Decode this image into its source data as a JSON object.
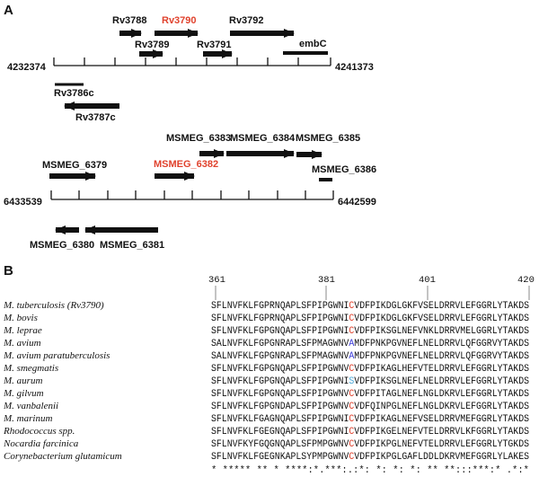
{
  "panel_a_label": "A",
  "panel_b_label": "B",
  "highlight_color": "#e0422d",
  "mtb_map": {
    "left_coord": "4232374",
    "right_coord": "4241373",
    "genes": [
      {
        "name": "Rv3788",
        "highlight": false
      },
      {
        "name": "Rv3790",
        "highlight": true
      },
      {
        "name": "Rv3792",
        "highlight": false
      },
      {
        "name": "Rv3789",
        "highlight": false
      },
      {
        "name": "Rv3791",
        "highlight": false
      },
      {
        "name": "embC",
        "highlight": false
      },
      {
        "name": "Rv3786c",
        "highlight": false
      },
      {
        "name": "Rv3787c",
        "highlight": false
      }
    ]
  },
  "msm_map": {
    "left_coord": "6433539",
    "right_coord": "6442599",
    "genes": [
      {
        "name": "MSMEG_6383",
        "highlight": false
      },
      {
        "name": "MSMEG_6384",
        "highlight": false
      },
      {
        "name": "MSMEG_6385",
        "highlight": false
      },
      {
        "name": "MSMEG_6379",
        "highlight": false
      },
      {
        "name": "MSMEG_6382",
        "highlight": true
      },
      {
        "name": "MSMEG_6386",
        "highlight": false
      },
      {
        "name": "MSMEG_6380",
        "highlight": false
      },
      {
        "name": "MSMEG_6381",
        "highlight": false
      }
    ]
  },
  "alignment": {
    "positions": [
      "361",
      "381",
      "401",
      "420"
    ],
    "rows": [
      {
        "species": "M. tuberculosis (Rv3790)",
        "seq": "SFLNVFKLFGPRNQAPLSFPIPGWNICVDFPIKDGLGKFVSELDRRVLEFGGRLYTAKDS",
        "highlight": true,
        "mark_char": "C",
        "mark_color": "#e0422d"
      },
      {
        "species": "M. bovis",
        "seq": "SFLNVFKLFGPRNQAPLSFPIPGWNICVDFPIKDGLGKFVSELDRRVLEFGGRLYTAKDS",
        "highlight": false,
        "mark_char": "C",
        "mark_color": "#e0422d"
      },
      {
        "species": "M. leprae",
        "seq": "SFLNVFKLFGPGNQAPLSFPIPGWNICVDFPIKSGLNEFVNKLDRRVMELGGRLYTAKDS",
        "highlight": false,
        "mark_char": "C",
        "mark_color": "#e0422d"
      },
      {
        "species": "M. avium",
        "seq": "SALNVFKLFGPGNRAPLSFPMAGWNVAMDFPNKPGVNEFLNELDRRVLQFGGRVYTAKDS",
        "highlight": false,
        "mark_char": "A",
        "mark_color": "#3a3ad8"
      },
      {
        "species": "M. avium paratuberculosis",
        "seq": "SALNVFKLFGPGNRAPLSFPMAGWNVAMDFPNKPGVNEFLNELDRRVLQFGGRVYTAKDS",
        "highlight": false,
        "mark_char": "A",
        "mark_color": "#3a3ad8"
      },
      {
        "species": "M. smegmatis",
        "seq": "SFLNVFKLFGPGNQAPLSFPIPGWNVCVDFPIKAGLHEFVTELDRRVLEFGGRLYTAKDS",
        "highlight": false,
        "mark_char": "C",
        "mark_color": "#e0422d"
      },
      {
        "species": "M. aurum",
        "seq": "SFLNVFKLFGPGNQAPLSFPIPGWNISVDFPIKSGLNEFLNELDRRVLEFGGRLYTAKDS",
        "highlight": false,
        "mark_char": "S",
        "mark_color": "#4aa8d8"
      },
      {
        "species": "M. gilvum",
        "seq": "SFLNVFKLFGPGNQAPLSFPIPGWNVCVDFPITAGLNEFLNGLDKRVLEFGGRLYTAKDS",
        "highlight": false,
        "mark_char": "C",
        "mark_color": "#e0422d"
      },
      {
        "species": "M. vanbalenii",
        "seq": "SFLNVFKLFGPGNDAPLSFPIPGWNVCVDFQINPGLNEFLNGLDKRVLEFGGRLYTAKDS",
        "highlight": false,
        "mark_char": "C",
        "mark_color": "#e0422d"
      },
      {
        "species": "M. marinum",
        "seq": "SFLNVFKLFGAGNQAPLSFPIPGWNICVDFPIKAGLNEFVSELDRRVMEFGGRLYTAKDS",
        "highlight": false,
        "mark_char": "C",
        "mark_color": "#e0422d"
      },
      {
        "species": "Rhodococcus spp.",
        "seq": "SFLNVFKLFGEGNQAPLSFPIPGWNICVDFPIKGELNEFVTELDRRVLKFGGRLYTAKDS",
        "highlight": false,
        "mark_char": "C",
        "mark_color": "#e0422d"
      },
      {
        "species": "Nocardia farcinica",
        "seq": "SFLNVFKYFGQGNQAPLSFPMPGWNVCVDFPIKPGLNEFVTELDRRVLEFGGRLYTGKDS",
        "highlight": false,
        "mark_char": "C",
        "mark_color": "#e0422d"
      },
      {
        "species": "Corynebacterium glutamicum",
        "seq": "SFLNVFKLFGEGNKAPLSYPMPGWNVCVDFPIKPGLGAFLDDLDKRVMEFGGRLYLAKES",
        "highlight": false,
        "mark_char": "C",
        "mark_color": "#e0422d"
      }
    ],
    "consensus": "* ***** **  * ****:*.***:.:*:   *:  *:  *:  ** **:::***:* .*:*"
  }
}
